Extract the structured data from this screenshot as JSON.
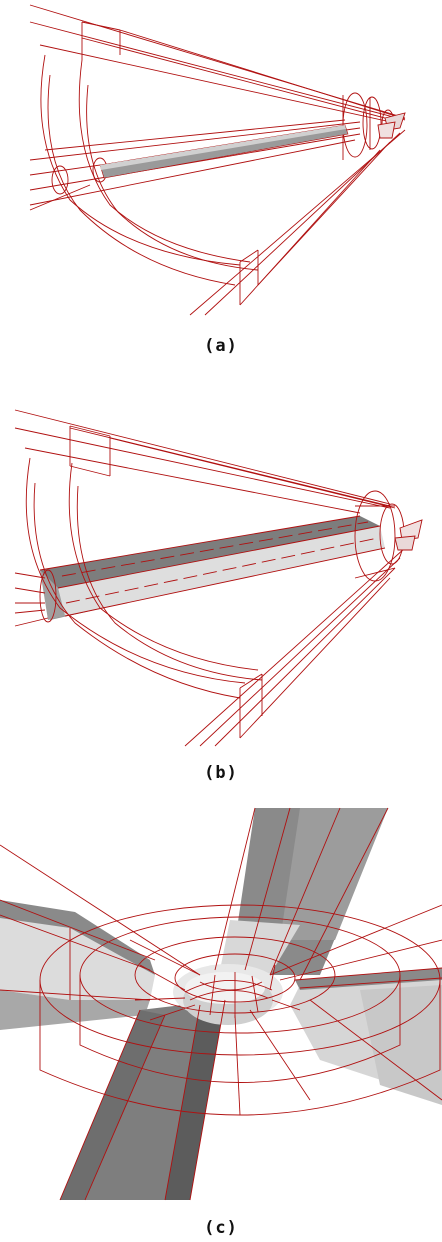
{
  "panels": [
    {
      "id": "a",
      "caption": "(a)"
    },
    {
      "id": "b",
      "caption": "(b)"
    },
    {
      "id": "c",
      "caption": "(c)"
    }
  ],
  "colors": {
    "wireframe": "#b01010",
    "surface_light": "#d9d9d9",
    "surface_mid": "#a8a8a8",
    "surface_dark": "#7a7a7a",
    "background": "#ffffff"
  }
}
